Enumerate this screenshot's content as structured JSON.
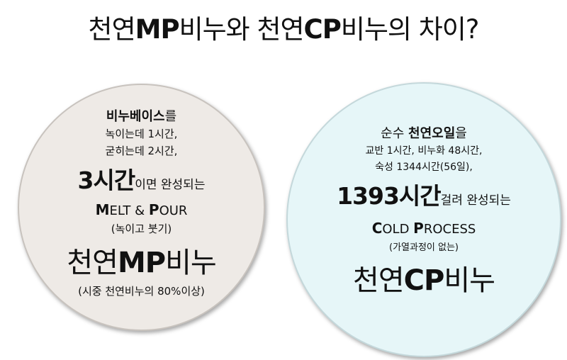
{
  "title": {
    "p1": "천연",
    "p2": "MP",
    "p3": "비누와 천연",
    "p4": "CP",
    "p5": "비누의 차이?"
  },
  "left": {
    "line1_bold": "비누베이스",
    "line1_rest": "를",
    "line2": "녹이는데 1시간,",
    "line3": "굳히는데 2시간,",
    "line4_bold": "3시간",
    "line4_rest": "이면 완성되는",
    "method_m": "M",
    "method_mid": "ELT & ",
    "method_p": "P",
    "method_end": "OUR",
    "method_desc": "(녹이고 붓기)",
    "name_p1": "천연",
    "name_p2": "MP",
    "name_p3": "비누",
    "note": "(시중 천연비누의 80%이상)"
  },
  "right": {
    "line1_pre": "순수 ",
    "line1_bold": "천연오일",
    "line1_rest": "을",
    "line2": "교반 1시간, 비누화 48시간,",
    "line3": "숙성 1344시간(56일),",
    "line4_bold": "1393시간",
    "line4_rest": "걸려 완성되는",
    "method_c": "C",
    "method_mid": "OLD ",
    "method_p": "P",
    "method_end": "ROCESS",
    "method_desc": "(가열과정이 없는)",
    "name_p1": "천연",
    "name_p2": "CP",
    "name_p3": "비누"
  },
  "colors": {
    "left_circle": "#eeeae6",
    "right_circle": "#e6f6f8"
  }
}
